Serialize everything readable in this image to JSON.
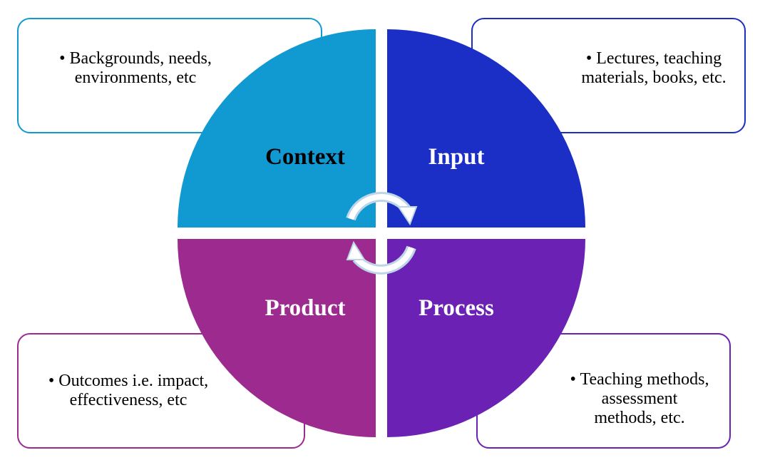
{
  "quadrants": [
    {
      "label": "Context",
      "color": "#1199d2",
      "label_color": "#000000",
      "bullet": "• Backgrounds, needs,",
      "bullet2": "environments, etc",
      "bullet3": ""
    },
    {
      "label": "Input",
      "color": "#1b2ec6",
      "label_color": "#ffffff",
      "bullet": "• Lectures, teaching",
      "bullet2": "materials, books, etc.",
      "bullet3": ""
    },
    {
      "label": "Product",
      "color": "#9c2a8f",
      "label_color": "#ffffff",
      "bullet": "• Outcomes i.e. impact,",
      "bullet2": "effectiveness, etc",
      "bullet3": ""
    },
    {
      "label": "Process",
      "color": "#6b22b4",
      "label_color": "#ffffff",
      "bullet": "• Teaching methods,",
      "bullet2": "assessment",
      "bullet3": "methods,  etc."
    }
  ]
}
